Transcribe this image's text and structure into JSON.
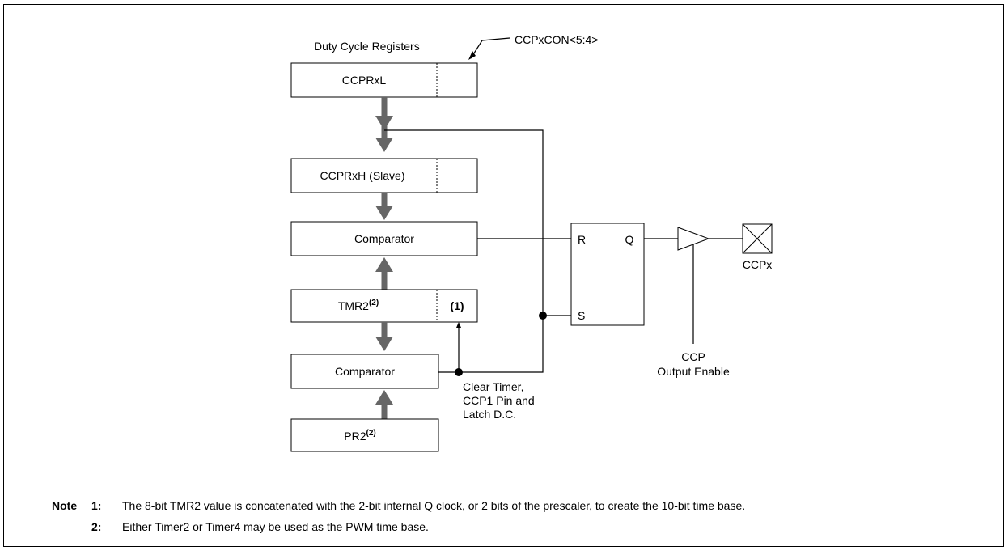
{
  "diagram": {
    "duty_cycle_label": "Duty Cycle Registers",
    "ccpxcon_label": "CCPxCON<5:4>",
    "ccprxl": "CCPRxL",
    "ccprxh": "CCPRxH (Slave)",
    "comparator_top": "Comparator",
    "tmr2": "TMR2",
    "tmr2_sup": "(2)",
    "tmr2_ext": "(1)",
    "comparator_bottom": "Comparator",
    "pr2": "PR2",
    "pr2_sup": "(2)",
    "clear_timer_lines": [
      "Clear Timer,",
      "CCP1 Pin and",
      "Latch D.C."
    ],
    "latch_r": "R",
    "latch_s": "S",
    "latch_q": "Q",
    "pin_label": "CCPx",
    "ccp_label": "CCP",
    "output_enable_label": "Output Enable"
  },
  "notes": {
    "heading": "Note",
    "items": [
      {
        "num": "1:",
        "text": "The 8-bit TMR2 value is concatenated with the 2-bit internal Q clock, or 2 bits of the prescaler, to create the 10-bit time base."
      },
      {
        "num": "2:",
        "text": "Either Timer2 or Timer4 may be used as the PWM time base."
      }
    ]
  }
}
